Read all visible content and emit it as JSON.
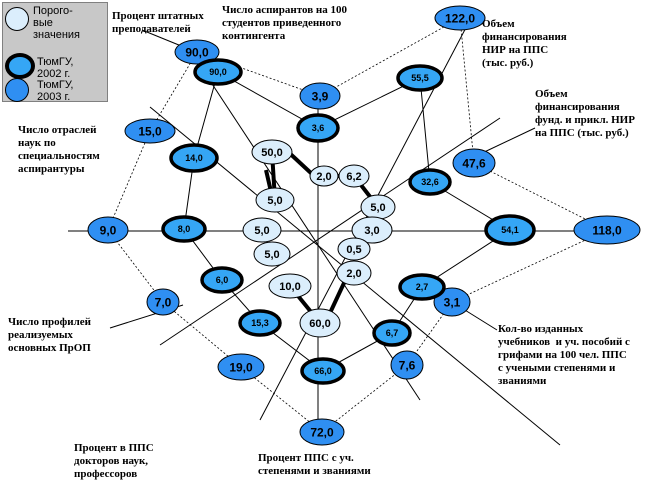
{
  "legend": {
    "threshold": "Порого-\nвые\nзначения",
    "y2002": "ТюмГУ,\n2002 г.",
    "y2003": "ТюмГУ,\n2003 г."
  },
  "colors": {
    "threshold": "#dbeefc",
    "y2002": "#35a6f5",
    "y2003": "#2f8ff2",
    "stroke": "#000000"
  },
  "axes": [
    {
      "key": "aspirants",
      "label": "Число аспирантов на 100\nстудентов приведенного\nконтингента",
      "threshold": "2,0",
      "y2002": "3,6",
      "y2003": "3,9"
    },
    {
      "key": "nir_pps",
      "label": "Объем\nфинансирования\nНИР на ППС\n(тыс. руб.)",
      "threshold": "6,2",
      "y2002": "55,5",
      "y2003": "122,0"
    },
    {
      "key": "fund_nir",
      "label": "Объем\nфинансирования\nфунд. и прикл. НИР\nна ППС (тыс. руб.)",
      "threshold": "5,0",
      "y2002": "32,6",
      "y2003": "47,6"
    },
    {
      "key": "east",
      "label": "",
      "threshold": "3,0",
      "y2002": "54,1",
      "y2003": "118,0"
    },
    {
      "key": "textbooks",
      "label": "Кол-во изданных\nучебников  и уч. пособий с\nгрифами на 100 чел. ППС\nс учеными степенями и\nзваниями",
      "threshold": "0,5",
      "y2002": "2,7",
      "y2003": "3,1"
    },
    {
      "key": "southeast",
      "label": "",
      "threshold": "2,0",
      "y2002": "6,7",
      "y2003": "7,6"
    },
    {
      "key": "pps_degrees",
      "label": "Процент ППС с уч.\nстепенями и званиями",
      "threshold": "60,0",
      "y2002": "66,0",
      "y2003": "72,0"
    },
    {
      "key": "doctors",
      "label": "Процент в ППС\nдокторов наук,\nпрофессоров",
      "threshold": "10,0",
      "y2002": "15,3",
      "y2003": "19,0"
    },
    {
      "key": "profiles",
      "label": "Число профилей\nреализуемых\nосновных ПрОП",
      "threshold": "5,0",
      "y2002": "6,0",
      "y2003": "7,0"
    },
    {
      "key": "west",
      "label": "",
      "threshold": "5,0",
      "y2002": "8,0",
      "y2003": "9,0"
    },
    {
      "key": "branches",
      "label": "Число отраслей\nнаук по\nспециальностям\nаспирантуры",
      "threshold": "5,0",
      "y2002": "14,0",
      "y2003": "15,0"
    },
    {
      "key": "staff",
      "label": "Процент штатных\nпреподавателей",
      "threshold": "50,0",
      "y2002": "90,0",
      "y2003": "90,0"
    }
  ]
}
